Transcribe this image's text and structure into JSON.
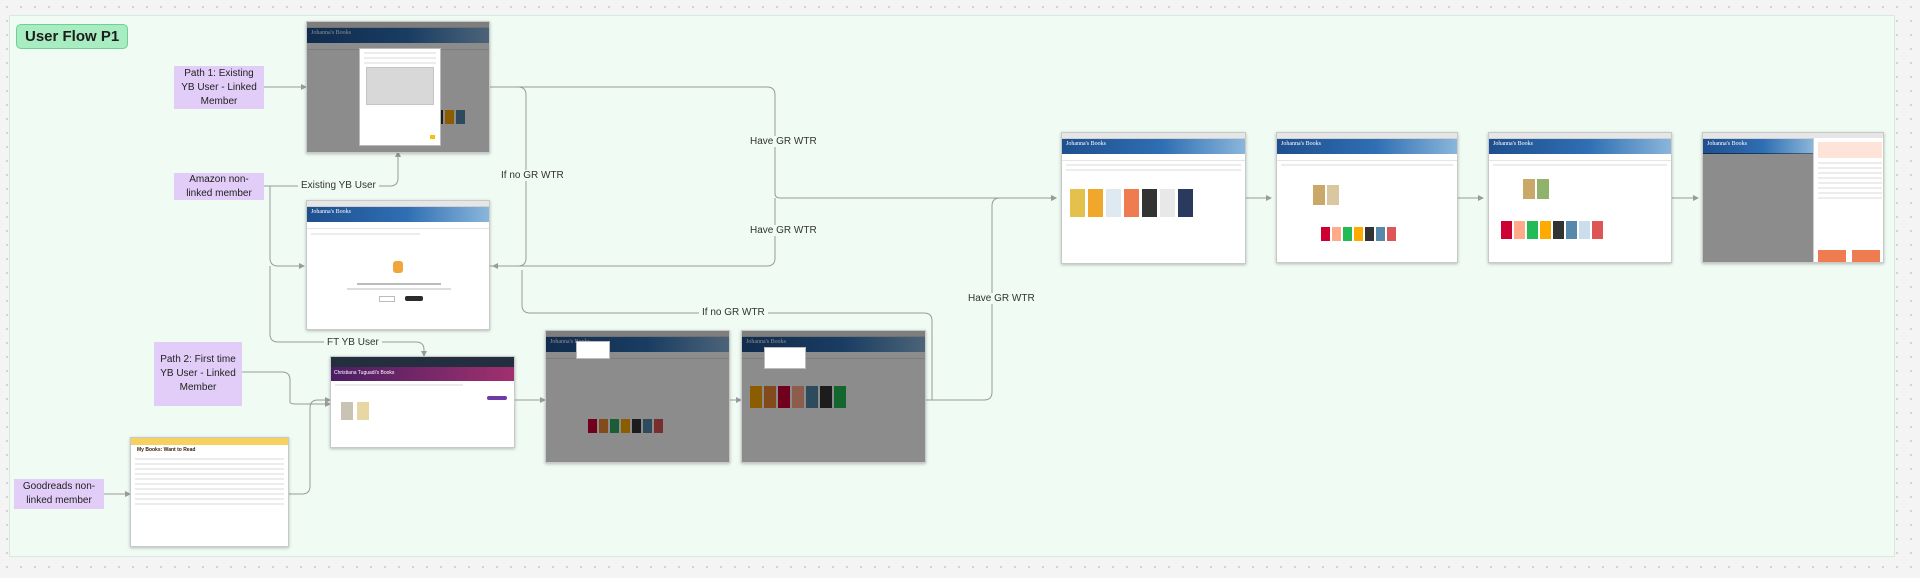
{
  "frame_title": "User Flow P1",
  "nodes": {
    "path1": "Path 1: Existing YB User - Linked Member",
    "amazon": "Amazon non-linked member",
    "path2": "Path 2: First time YB User - Linked Member",
    "goodreads": "Goodreads non-linked member"
  },
  "edges": {
    "existing_yb_user": "Existing YB User",
    "ft_yb_user": "FT YB User",
    "if_no_gr_wtr_1": "If no GR WTR",
    "if_no_gr_wtr_2": "If no GR WTR",
    "have_gr_wtr_1": "Have GR WTR",
    "have_gr_wtr_2": "Have GR WTR",
    "have_gr_wtr_3": "Have GR WTR"
  },
  "screens": {
    "brand": "Johanna's Books",
    "amazon_title": "Christiana Tuguadi's Books",
    "goodreads_title": "My Books: Want to Read"
  },
  "colors": {
    "frame_bg": "#effbf3",
    "frame_title_bg": "#a8ecc1",
    "sticky": "#e1cdf7",
    "connector": "#9a9a9a",
    "banner": "#2f6fb3"
  }
}
